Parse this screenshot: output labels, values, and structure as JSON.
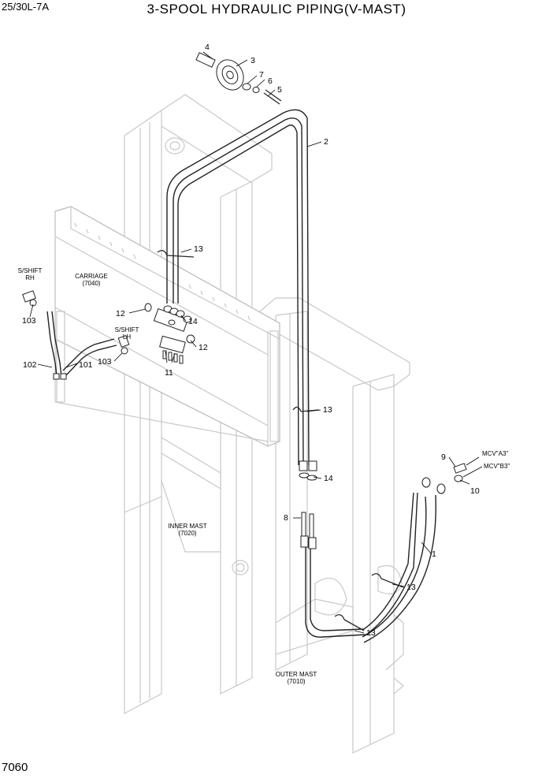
{
  "header": {
    "model": "25/30L-7A",
    "title": "3-SPOOL HYDRAULIC PIPING(V-MAST)"
  },
  "footer": {
    "page_number": "7060"
  },
  "callouts": {
    "c1": "1",
    "c2": "2",
    "c3": "3",
    "c4": "4",
    "c5": "5",
    "c6": "6",
    "c7": "7",
    "c8": "8",
    "c9": "9",
    "c10": "10",
    "c11": "11",
    "c12a": "12",
    "c12b": "12",
    "c13a": "13",
    "c13b": "13",
    "c13c": "13",
    "c13d": "13",
    "c14a": "14",
    "c14b": "14",
    "c101": "101",
    "c102": "102",
    "c103a": "103",
    "c103b": "103"
  },
  "assembly_labels": {
    "carriage_name": "CARRIAGE",
    "carriage_code": "(7040)",
    "inner_mast_name": "INNER MAST",
    "inner_mast_code": "(7020)",
    "outer_mast_name": "OUTER MAST",
    "outer_mast_code": "(7010)",
    "sshift_rh_1": "S/SHIFT",
    "sshift_rh_2": "RH",
    "sshift_lh_1": "S/SHIFT",
    "sshift_lh_2": "LH",
    "mcv_a3": "MCV\"A3\"",
    "mcv_b3": "MCV\"B3\""
  }
}
